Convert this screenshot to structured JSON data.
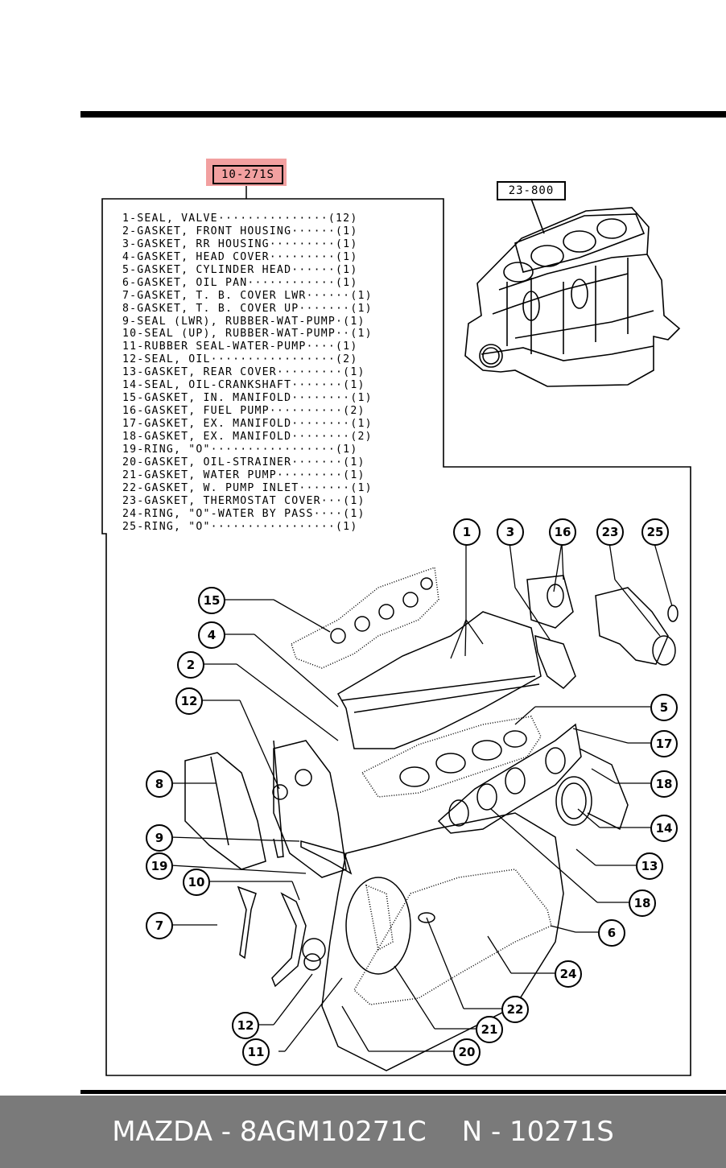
{
  "ref_code": "10-271S",
  "block_ref": "23-800",
  "parts": [
    "1-SEAL, VALVE···············(12)",
    "2-GASKET, FRONT HOUSING······(1)",
    "3-GASKET, RR HOUSING·········(1)",
    "4-GASKET, HEAD COVER·········(1)",
    "5-GASKET, CYLINDER HEAD······(1)",
    "6-GASKET, OIL PAN············(1)",
    "7-GASKET, T. B. COVER LWR······(1)",
    "8-GASKET, T. B. COVER UP·······(1)",
    "9-SEAL (LWR), RUBBER-WAT-PUMP·(1)",
    "10-SEAL (UP), RUBBER-WAT-PUMP··(1)",
    "11-RUBBER SEAL-WATER-PUMP····(1)",
    "12-SEAL, OIL·················(2)",
    "13-GASKET, REAR COVER·········(1)",
    "14-SEAL, OIL-CRANKSHAFT·······(1)",
    "15-GASKET, IN. MANIFOLD········(1)",
    "16-GASKET, FUEL PUMP··········(2)",
    "17-GASKET, EX. MANIFOLD········(1)",
    "18-GASKET, EX. MANIFOLD········(2)",
    "19-RING, \"O\"·················(1)",
    "20-GASKET, OIL-STRAINER·······(1)",
    "21-GASKET, WATER PUMP·········(1)",
    "22-GASKET, W. PUMP INLET·······(1)",
    "23-GASKET, THERMOSTAT COVER···(1)",
    "24-RING, \"O\"-WATER BY PASS····(1)",
    "25-RING, \"O\"·················(1)"
  ],
  "callouts": [
    "1",
    "3",
    "16",
    "23",
    "25",
    "15",
    "4",
    "2",
    "5",
    "12",
    "17",
    "8",
    "18",
    "14",
    "9",
    "13",
    "19",
    "10",
    "18",
    "6",
    "7",
    "24",
    "22",
    "21",
    "12",
    "11",
    "20"
  ],
  "footer": {
    "left": "MAZDA - 8AGM10271C",
    "right": "N - 10271S"
  },
  "colors": {
    "highlight": "#f2a0a0",
    "footer_bg": "#7a7a7a",
    "footer_text": "#ffffff"
  }
}
